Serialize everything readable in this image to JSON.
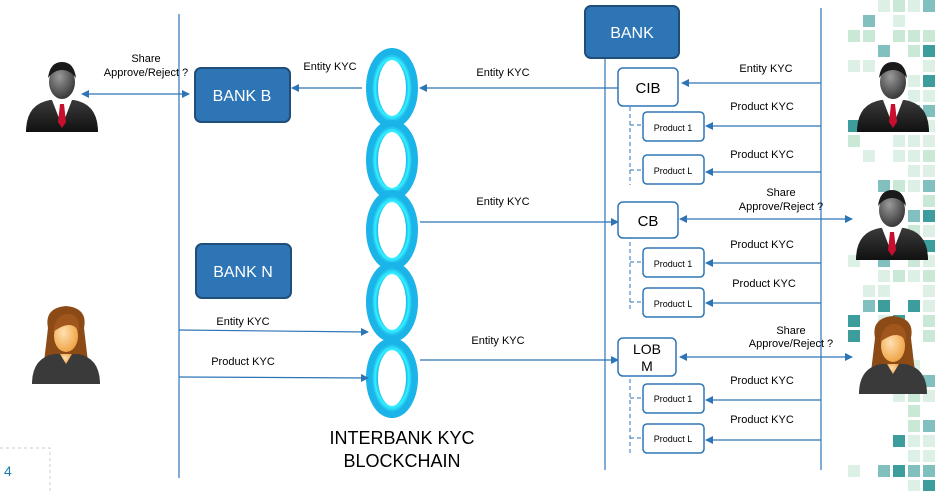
{
  "colors": {
    "bank_box": "#2e75b6",
    "bank_box_border": "#1f4e79",
    "chain_light": "#35f0ff",
    "chain_dark": "#0a8fd6",
    "arrow": "#2e75b6",
    "tile_dark": "#1b8b8b",
    "tile_light": "#bfe4cf",
    "page_number": "#1a7fae"
  },
  "banks": {
    "bank_b": "BANK B",
    "bank_n": "BANK N",
    "bank": "BANK"
  },
  "units": {
    "cib": "CIB",
    "cb": "CB",
    "lob_line1": "LOB",
    "lob_line2": "M"
  },
  "products": {
    "product_1": "Product 1",
    "product_l": "Product L"
  },
  "labels": {
    "share": "Share",
    "approve_reject": "Approve/Reject ?",
    "entity_kyc": "Entity KYC",
    "product_kyc": "Product KYC"
  },
  "blockchain": {
    "line1": "INTERBANK KYC",
    "line2": "BLOCKCHAIN"
  },
  "page_number": "4",
  "icons": {
    "male_customer": "businessman-icon",
    "female_customer": "businesswoman-icon"
  }
}
